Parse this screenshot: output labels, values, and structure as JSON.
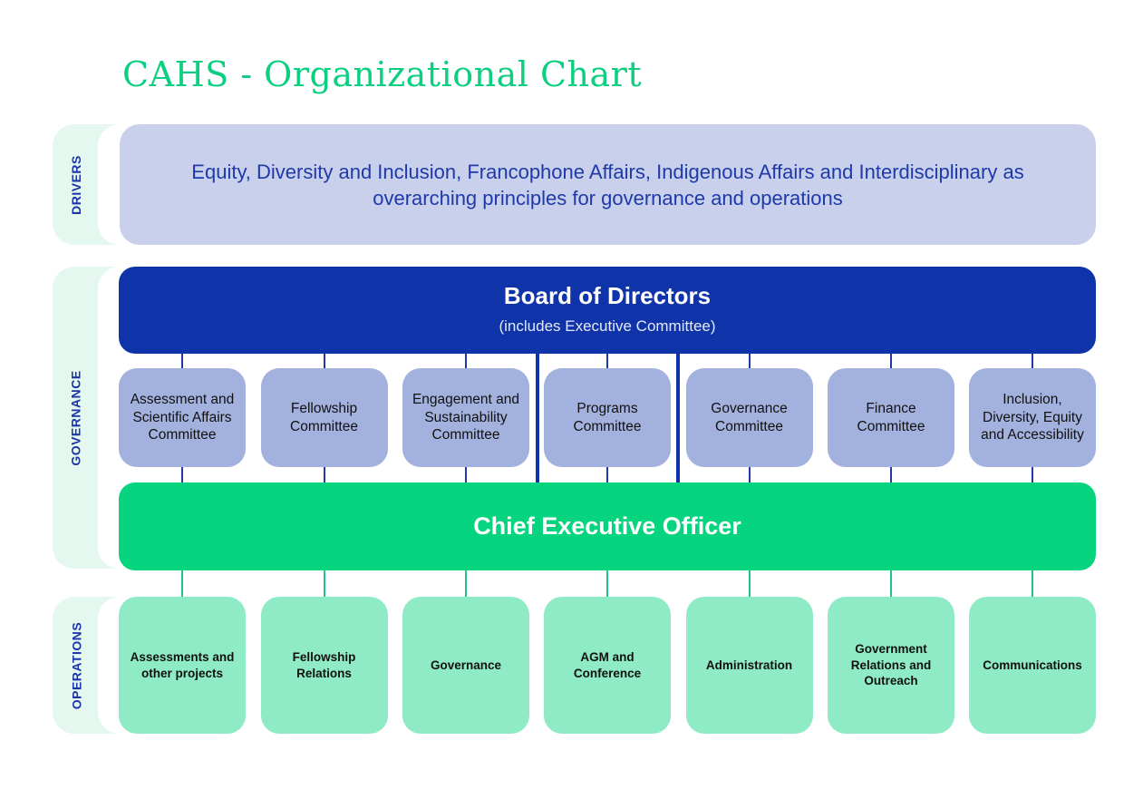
{
  "title": "CAHS - Organizational Chart",
  "sections": {
    "drivers": "DRIVERS",
    "governance": "GOVERNANCE",
    "operations": "OPERATIONS"
  },
  "drivers_text": "Equity, Diversity and Inclusion, Francophone Affairs, Indigenous Affairs and Interdisciplinary as overarching principles for governance and operations",
  "board": {
    "title": "Board of Directors",
    "subtitle": "(includes Executive Committee)"
  },
  "committees": [
    "Assessment and Scientific Affairs Committee",
    "Fellowship Committee",
    "Engagement and Sustainability Committee",
    "Programs Committee",
    "Governance Committee",
    "Finance Committee",
    "Inclusion, Diversity, Equity and Accessibility"
  ],
  "ceo": "Chief Executive Officer",
  "operations": [
    "Assessments and other projects",
    "Fellowship Relations",
    "Governance",
    "AGM and Conference",
    "Administration",
    "Government Relations and Outreach",
    "Communications"
  ],
  "colors": {
    "title": "#0ccf80",
    "board": "#0f33a8",
    "ceo": "#06d47e",
    "committee": "#a3b1de",
    "operation": "#8eebc6",
    "drivers": "#c8d0ec"
  }
}
